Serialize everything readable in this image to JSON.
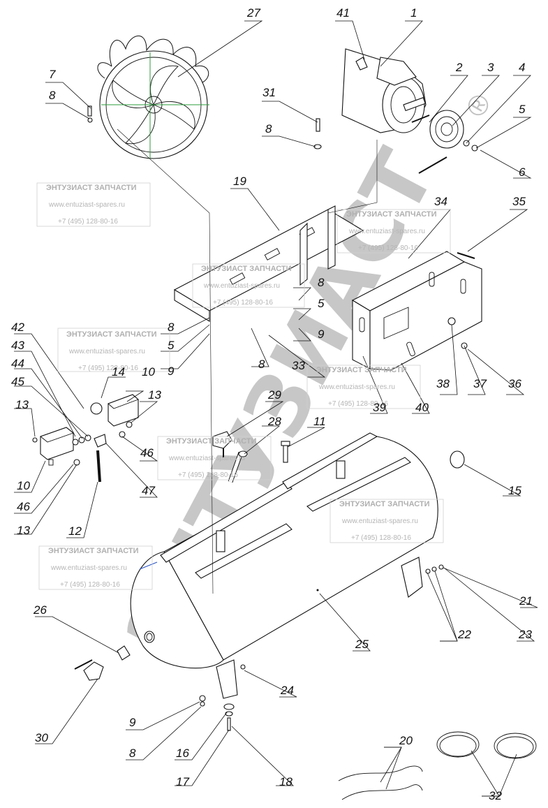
{
  "callouts": [
    {
      "id": "c1",
      "text": "1"
    },
    {
      "id": "c2",
      "text": "2"
    },
    {
      "id": "c3",
      "text": "3"
    },
    {
      "id": "c4",
      "text": "4"
    },
    {
      "id": "c5a",
      "text": "5"
    },
    {
      "id": "c6",
      "text": "6"
    },
    {
      "id": "c7",
      "text": "7"
    },
    {
      "id": "c8a",
      "text": "8"
    },
    {
      "id": "c27",
      "text": "27"
    },
    {
      "id": "c41",
      "text": "41"
    },
    {
      "id": "c31",
      "text": "31"
    },
    {
      "id": "c8b",
      "text": "8"
    },
    {
      "id": "c19",
      "text": "19"
    },
    {
      "id": "c34",
      "text": "34"
    },
    {
      "id": "c35",
      "text": "35"
    },
    {
      "id": "c8c",
      "text": "8"
    },
    {
      "id": "c5b",
      "text": "5"
    },
    {
      "id": "c9a",
      "text": "9"
    },
    {
      "id": "c42",
      "text": "42"
    },
    {
      "id": "c43",
      "text": "43"
    },
    {
      "id": "c44",
      "text": "44"
    },
    {
      "id": "c45",
      "text": "45"
    },
    {
      "id": "c8d",
      "text": "8"
    },
    {
      "id": "c5c",
      "text": "5"
    },
    {
      "id": "c9b",
      "text": "9"
    },
    {
      "id": "c8e",
      "text": "8"
    },
    {
      "id": "c33",
      "text": "33"
    },
    {
      "id": "c14",
      "text": "14"
    },
    {
      "id": "c10a",
      "text": "10"
    },
    {
      "id": "c13a",
      "text": "13"
    },
    {
      "id": "c13b",
      "text": "13"
    },
    {
      "id": "c38",
      "text": "38"
    },
    {
      "id": "c37",
      "text": "37"
    },
    {
      "id": "c36",
      "text": "36"
    },
    {
      "id": "c39",
      "text": "39"
    },
    {
      "id": "c40",
      "text": "40"
    },
    {
      "id": "c29",
      "text": "29"
    },
    {
      "id": "c28",
      "text": "28"
    },
    {
      "id": "c11",
      "text": "11"
    },
    {
      "id": "c46a",
      "text": "46"
    },
    {
      "id": "c10b",
      "text": "10"
    },
    {
      "id": "c46b",
      "text": "46"
    },
    {
      "id": "c47",
      "text": "47"
    },
    {
      "id": "c13c",
      "text": "13"
    },
    {
      "id": "c15",
      "text": "15"
    },
    {
      "id": "c12",
      "text": "12"
    },
    {
      "id": "c21",
      "text": "21"
    },
    {
      "id": "c26",
      "text": "26"
    },
    {
      "id": "c22",
      "text": "22"
    },
    {
      "id": "c23",
      "text": "23"
    },
    {
      "id": "c25",
      "text": "25"
    },
    {
      "id": "c24",
      "text": "24"
    },
    {
      "id": "c30",
      "text": "30"
    },
    {
      "id": "c9c",
      "text": "9"
    },
    {
      "id": "c8f",
      "text": "8"
    },
    {
      "id": "c16",
      "text": "16"
    },
    {
      "id": "c20",
      "text": "20"
    },
    {
      "id": "c17",
      "text": "17"
    },
    {
      "id": "c18",
      "text": "18"
    },
    {
      "id": "c32",
      "text": "32"
    }
  ],
  "watermark": {
    "company": "ЭНТУЗИАСТ ЗАПЧАСТИ",
    "website": "www.entuziast-spares.ru",
    "phone": "+7 (495) 128-80-16",
    "big_text": "ЭНТУЗИАСТ",
    "registered_mark": "®"
  },
  "colors": {
    "line": "#111111",
    "watermark": "#b0b0b0",
    "accent_green": "#2e9e3e",
    "accent_blue": "#2b55c8"
  }
}
